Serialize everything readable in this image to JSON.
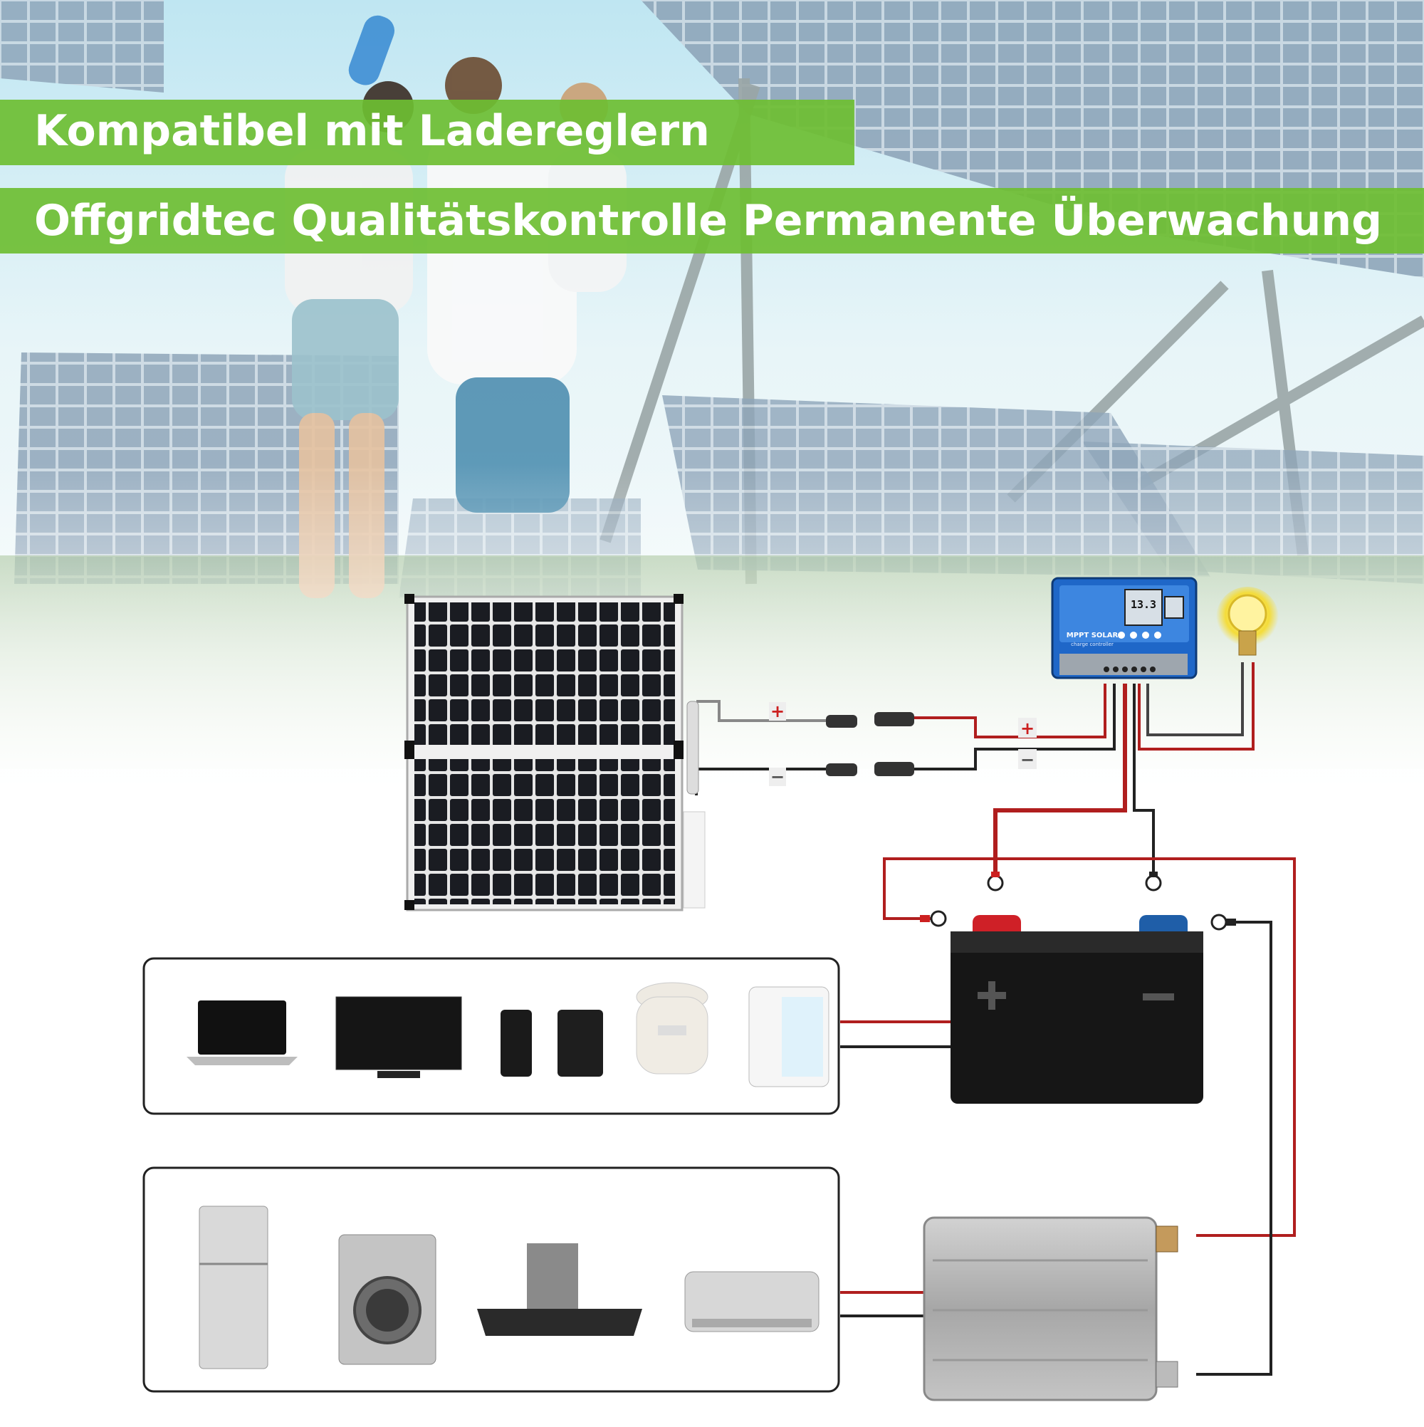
{
  "banners": {
    "line1": "Kompatibel mit Ladereglern",
    "line2": "Offgridtec Qualitätskontrolle Permanente Überwachung"
  },
  "controller": {
    "display_value": "13.3",
    "brand_label": "MPPT SOLAR",
    "sub_label": "charge controller"
  },
  "polarity": {
    "plus": "+",
    "minus": "−"
  },
  "icons": {
    "row1": [
      "laptop-icon",
      "tv-icon",
      "smartphone-icon",
      "tablet-icon",
      "rice-cooker-icon",
      "mini-fridge-icon"
    ],
    "row2": [
      "refrigerator-icon",
      "washing-machine-icon",
      "range-hood-icon",
      "air-conditioner-icon"
    ],
    "devices": [
      "solar-panel-icon",
      "charge-controller-icon",
      "light-bulb-icon",
      "battery-icon",
      "inverter-icon"
    ]
  },
  "colors": {
    "accent_green": "#6ebe32",
    "wire_red": "#b01e1e",
    "wire_black": "#222222",
    "controller_blue": "#1f67c8"
  }
}
